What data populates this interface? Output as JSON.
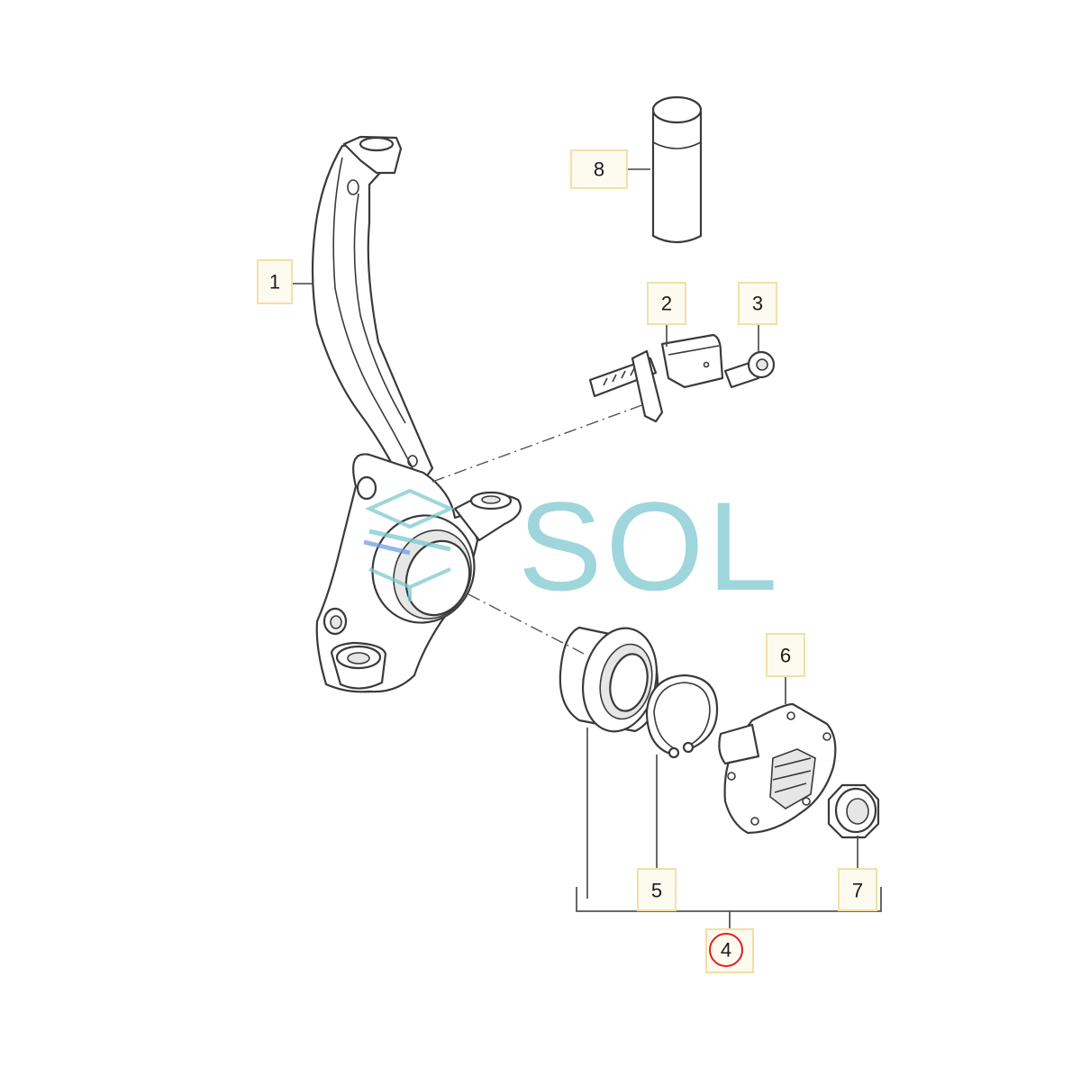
{
  "diagram": {
    "callouts": [
      {
        "id": "1",
        "label": "1"
      },
      {
        "id": "2",
        "label": "2"
      },
      {
        "id": "3",
        "label": "3"
      },
      {
        "id": "4",
        "label": "4",
        "highlight": true
      },
      {
        "id": "5",
        "label": "5"
      },
      {
        "id": "6",
        "label": "6"
      },
      {
        "id": "7",
        "label": "7"
      },
      {
        "id": "8",
        "label": "8"
      }
    ]
  },
  "watermark": {
    "text": "SOL",
    "color": "#7ec9cf",
    "icon": "sol-logo-icon"
  },
  "colors": {
    "callout_fill": "#fdfbef",
    "callout_border": "#f2dfa8",
    "highlight_circle": "#e02020",
    "line_art": "#3a3a3a"
  }
}
